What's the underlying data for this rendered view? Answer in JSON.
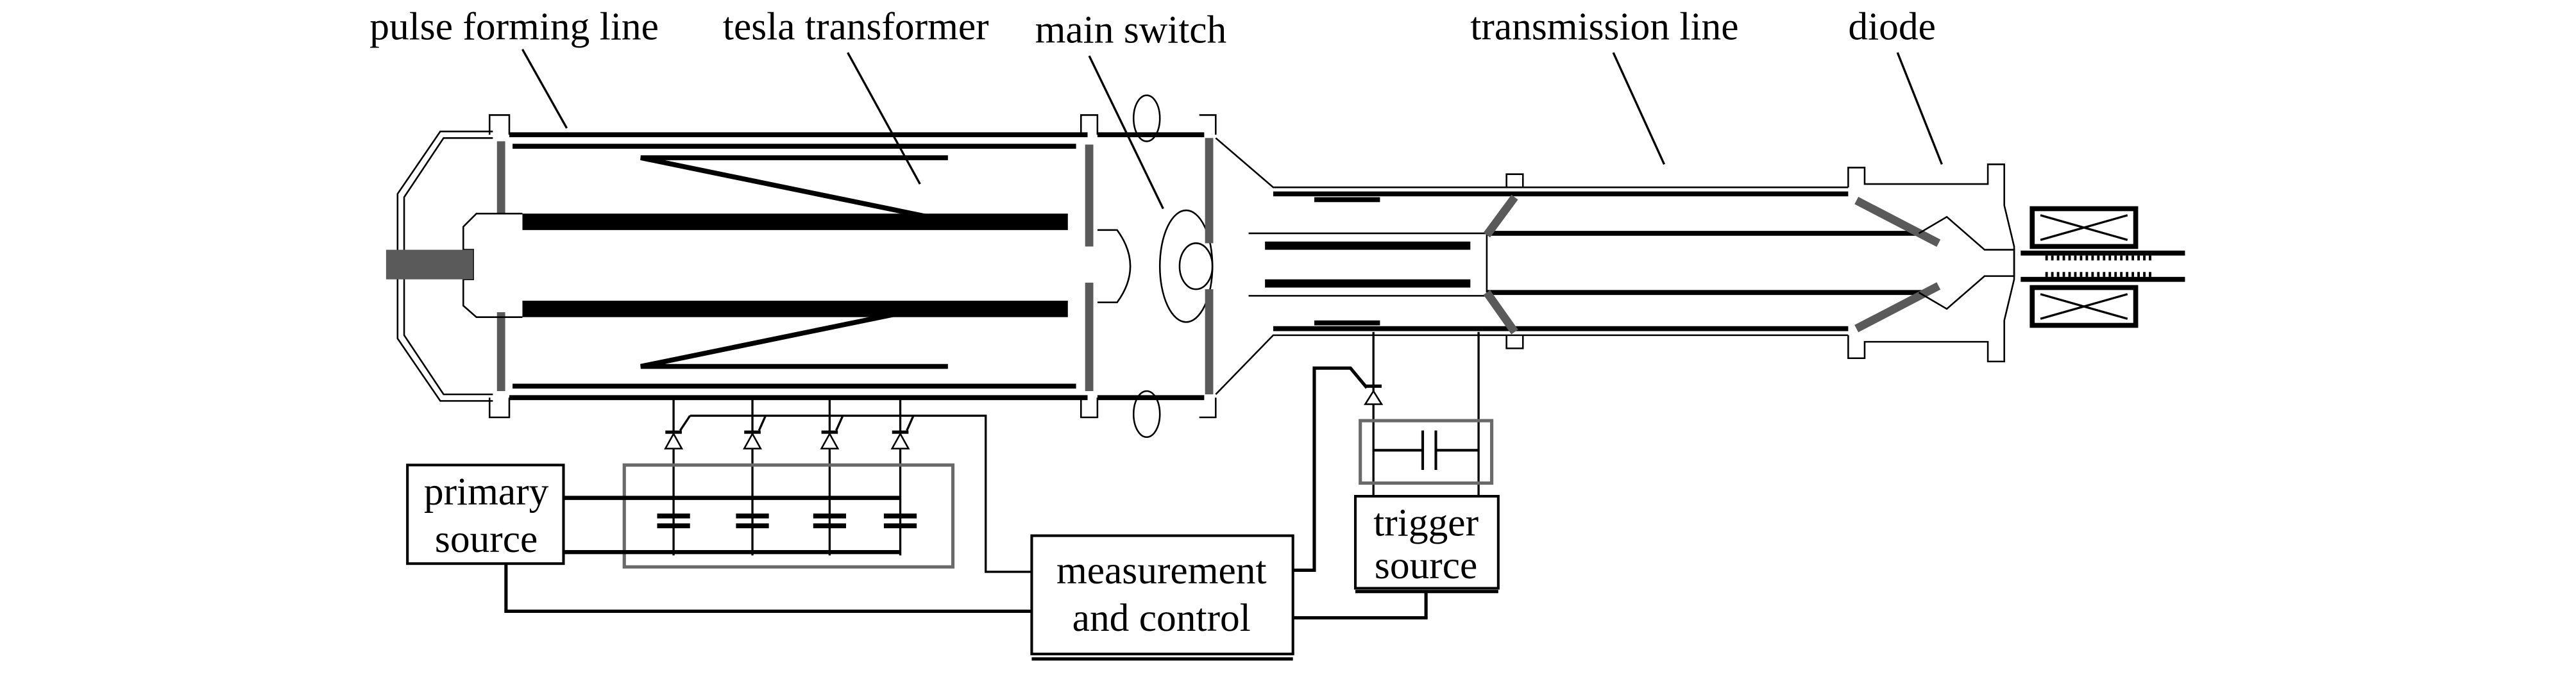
{
  "labels": {
    "pulse_forming_line": "pulse forming line",
    "tesla_transformer": "tesla transformer",
    "main_switch": "main switch",
    "transmission_line": "transmission line",
    "diode": "diode"
  },
  "blocks": {
    "primary_source": [
      "primary",
      "source"
    ],
    "measurement_and_control": [
      "measurement",
      "and control"
    ],
    "trigger_source": [
      "trigger",
      "source"
    ]
  },
  "colors": {
    "line": "#000000",
    "insulator": "#5a5a5a",
    "background": "#ffffff"
  }
}
